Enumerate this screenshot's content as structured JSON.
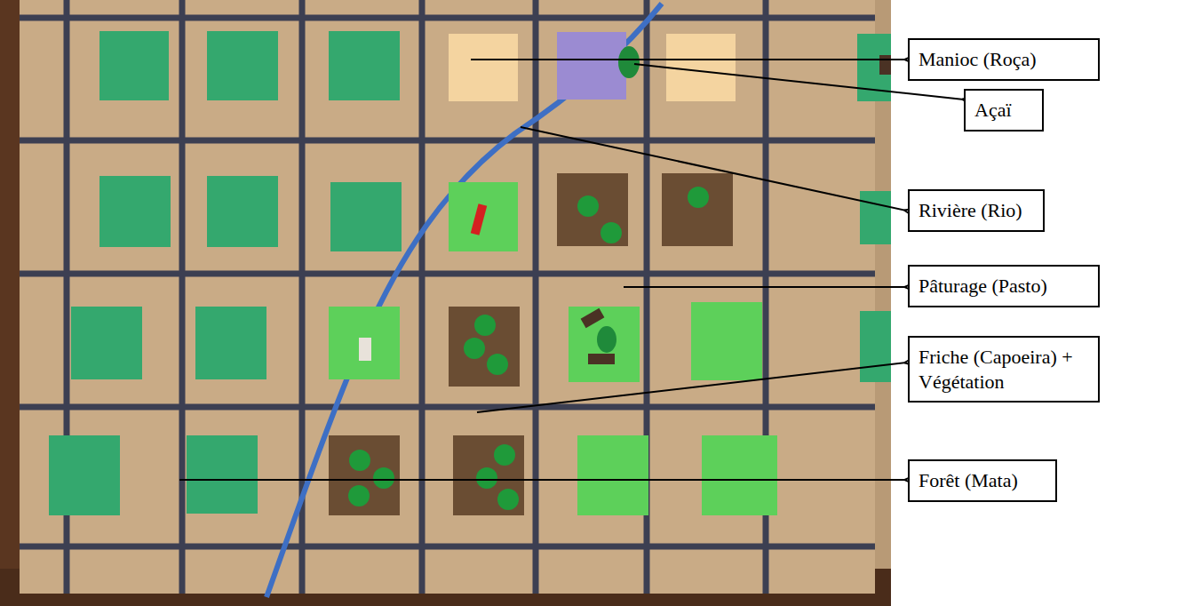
{
  "diagram": {
    "nodes": [
      {
        "text": [
          "Manioc (Roça)"
        ]
      },
      {
        "text": [
          "Açaï"
        ]
      },
      {
        "text": [
          "Rivière (Rio)"
        ]
      },
      {
        "text": [
          "Pâturage (Pasto)"
        ]
      },
      {
        "text": [
          "Friche (Capoeira) + Végétation"
        ]
      },
      {
        "text": [
          "Forêt (Mata)"
        ]
      }
    ]
  }
}
